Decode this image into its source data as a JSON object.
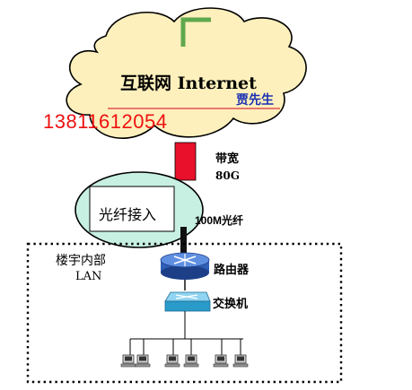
{
  "cloud": {
    "title": "互联网 Internet",
    "author": "贾先生"
  },
  "contact": {
    "phone": "13811612054"
  },
  "uplink": {
    "label": "带宽",
    "value": "80G"
  },
  "fiber": {
    "label": "100M光纤"
  },
  "access": {
    "label": "光纤接入"
  },
  "lan": {
    "title": "楼宇内部",
    "subtitle": "LAN"
  },
  "router": {
    "label": "路由器"
  },
  "switch": {
    "label": "交换机"
  },
  "colors": {
    "cloud_fill": "#fdf0bc",
    "access_fill": "#c8f0e2",
    "uplink_bar": "#e8102a",
    "phone_text": "#ee1111",
    "author_text": "#1a2fb3",
    "router_fill": "#2f5fb8",
    "switch_fill": "#2a9ac8"
  }
}
